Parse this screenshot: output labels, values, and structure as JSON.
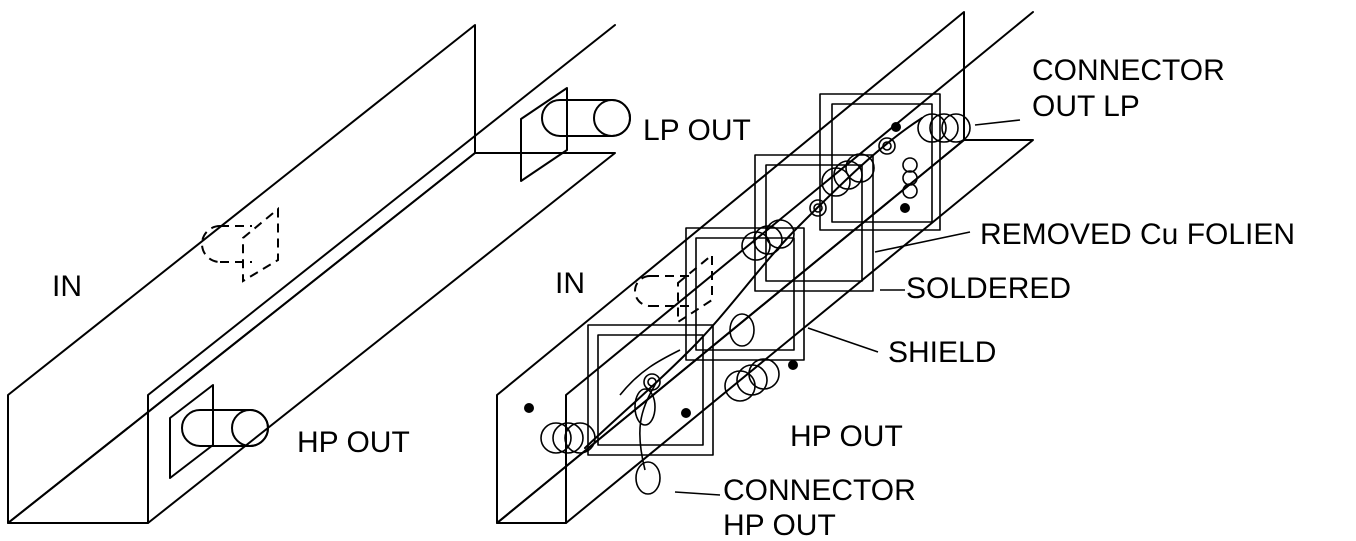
{
  "labels": {
    "left_in": "IN",
    "left_lp_out": "LP OUT",
    "left_hp_out": "HP OUT",
    "right_in": "IN",
    "connector_out_lp_line1": "CONNECTOR",
    "connector_out_lp_line2": "OUT LP",
    "removed_cu_folien": "REMOVED Cu FOLIEN",
    "soldered": "SOLDERED",
    "shield": "SHIELD",
    "right_hp_out": "HP OUT",
    "connector_hp_out_line1": "CONNECTOR",
    "connector_hp_out_line2": "HP OUT"
  }
}
